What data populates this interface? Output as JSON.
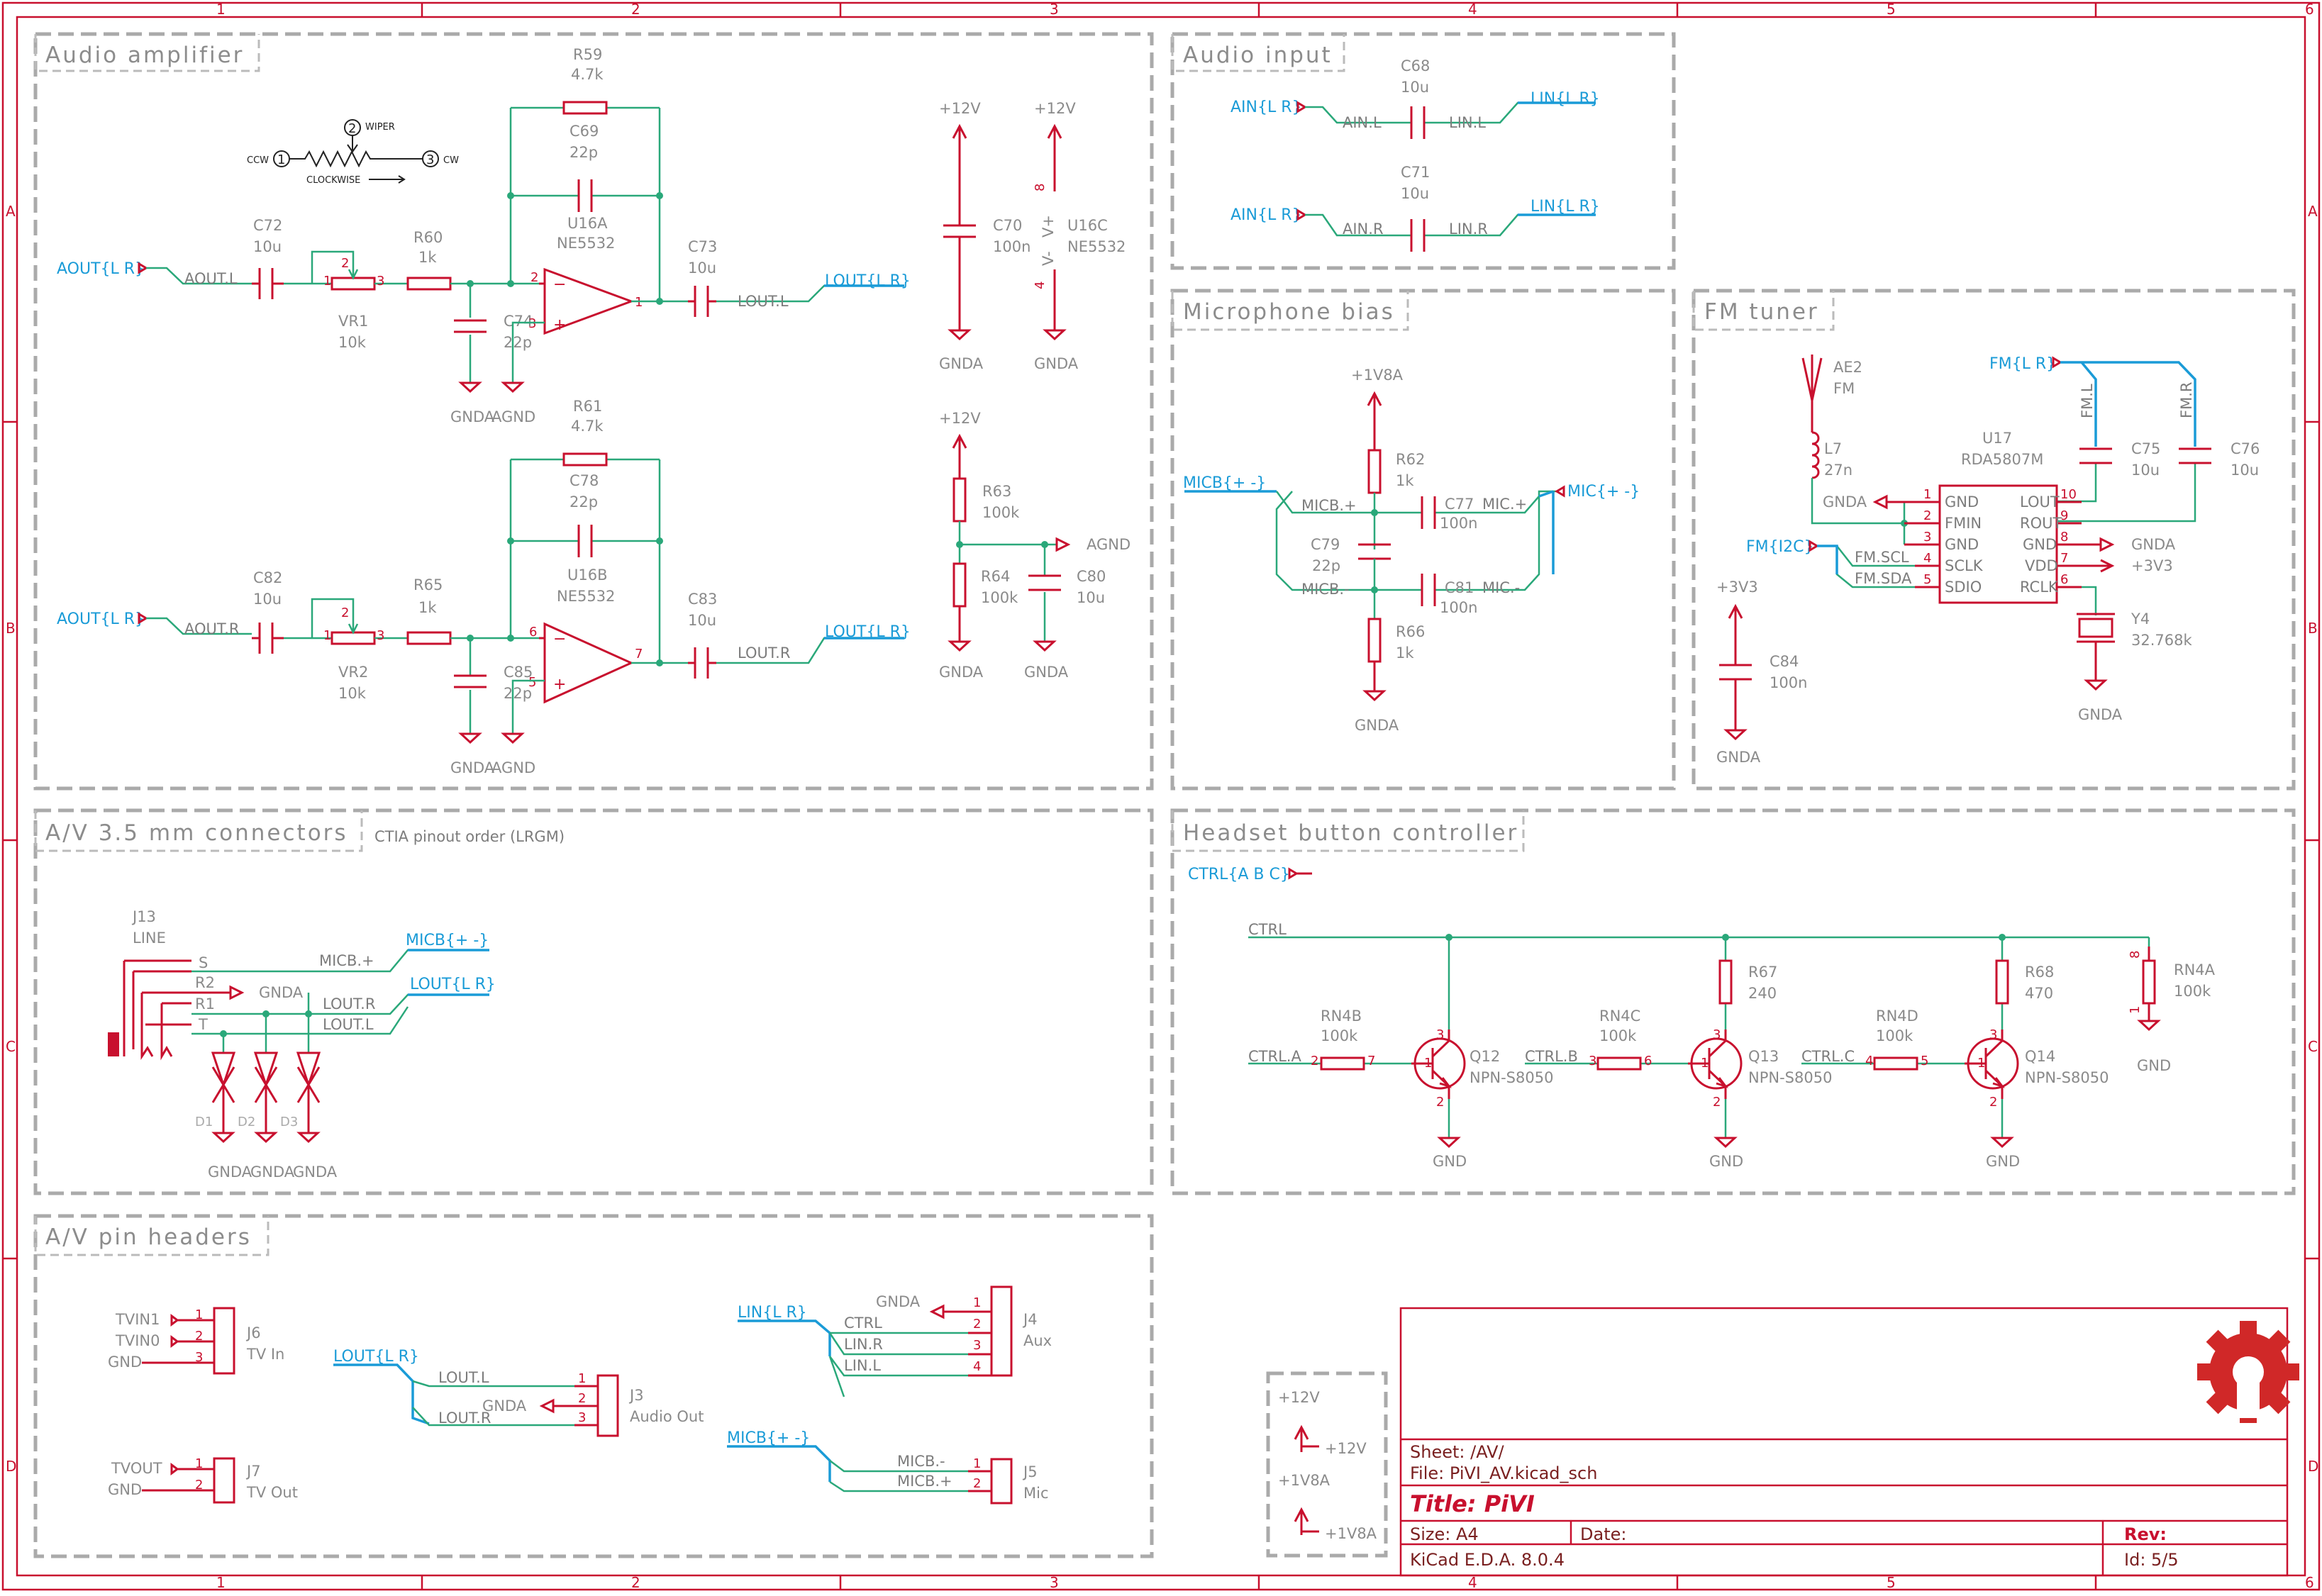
{
  "sections": {
    "audio_amplifier": "Audio amplifier",
    "audio_input": "Audio input",
    "microphone_bias": "Microphone bias",
    "fm_tuner": "FM tuner",
    "av_connectors": "A/V 3.5 mm connectors",
    "av_connectors_note": "CTIA pinout order (LRGM)",
    "headset_controller": "Headset button controller",
    "av_pin_headers": "A/V pin headers"
  },
  "border": {
    "columns": [
      "1",
      "2",
      "3",
      "4",
      "5",
      "6"
    ],
    "rows": [
      "A",
      "B",
      "C",
      "D"
    ]
  },
  "title_block": {
    "sheet": "Sheet: /AV/",
    "file": "File: PiVI_AV.kicad_sch",
    "title": "Title: PiVI",
    "size": "Size: A4",
    "date": "Date:",
    "rev": "Rev:",
    "tool": "KiCad E.D.A. 8.0.4",
    "id": "Id: 5/5"
  },
  "power_legend": {
    "v12": "+12V",
    "v12b": "+12V",
    "v18": "+1V8A",
    "v18b": "+1V8A"
  },
  "amp": {
    "pot_legend": {
      "ccw": "CCW",
      "cw": "CW",
      "wiper": "WIPER",
      "clockwise": "CLOCKWISE",
      "p1": "1",
      "p2": "2",
      "p3": "3"
    },
    "top": {
      "in_port": "AOUT{L R}",
      "in_net": "AOUT.L",
      "cin_ref": "C72",
      "cin_val": "10u",
      "pot_ref": "VR1",
      "pot_val": "10k",
      "pot_p1": "1",
      "pot_p2": "2",
      "pot_p3": "3",
      "r_ref": "R60",
      "r_val": "1k",
      "cf_ref": "C69",
      "cf_val": "22p",
      "rf_ref": "R59",
      "rf_val": "4.7k",
      "op_ref": "U16A",
      "op_val": "NE5532",
      "op_pin_in": "2",
      "op_pin_out": "1",
      "op_pin_plus": "3",
      "cg_ref": "C74",
      "cg_val": "22p",
      "gnd1": "GNDA",
      "gnd2": "AGND",
      "cout_ref": "C73",
      "cout_val": "10u",
      "out_net": "LOUT.L",
      "out_port": "LOUT{L R}"
    },
    "bot": {
      "in_port": "AOUT{L R}",
      "in_net": "AOUT.R",
      "cin_ref": "C82",
      "cin_val": "10u",
      "pot_ref": "VR2",
      "pot_val": "10k",
      "pot_p1": "1",
      "pot_p2": "2",
      "pot_p3": "3",
      "r_ref": "R65",
      "r_val": "1k",
      "cf_ref": "C78",
      "cf_val": "22p",
      "rf_ref": "R61",
      "rf_val": "4.7k",
      "op_ref": "U16B",
      "op_val": "NE5532",
      "op_pin_in": "6",
      "op_pin_out": "7",
      "op_pin_plus": "5",
      "cg_ref": "C85",
      "cg_val": "22p",
      "gnd1": "GNDA",
      "gnd2": "AGND",
      "cout_ref": "C83",
      "cout_val": "10u",
      "out_net": "LOUT.R",
      "out_port": "LOUT{L R}"
    },
    "supply": {
      "c70_rail": "+12V",
      "c70_ref": "C70",
      "c70_val": "100n",
      "c70_gnd": "GNDA",
      "u16c_rail": "+12V",
      "u16c_ref": "U16C",
      "u16c_val": "NE5532",
      "u16c_vp": "V+",
      "u16c_vm": "V-",
      "u16c_p8": "8",
      "u16c_p4": "4",
      "u16c_gnd": "GNDA",
      "div_rail": "+12V",
      "r63_ref": "R63",
      "r63_val": "100k",
      "r64_ref": "R64",
      "r64_val": "100k",
      "r64_gnd": "GNDA",
      "c80_ref": "C80",
      "c80_val": "10u",
      "c80_gnd": "GNDA",
      "agnd": "AGND"
    }
  },
  "audio_input": {
    "l_port": "AIN{L R}",
    "l_in": "AIN.L",
    "c68_ref": "C68",
    "c68_val": "10u",
    "l_out": "LIN.L",
    "l_port_out": "LIN{L R}",
    "r_port": "AIN{L R}",
    "r_in": "AIN.R",
    "c71_ref": "C71",
    "c71_val": "10u",
    "r_out": "LIN.R",
    "r_port_out": "LIN{L R}"
  },
  "mic_bias": {
    "rail": "+1V8A",
    "r62_ref": "R62",
    "r62_val": "1k",
    "in_port": "MICB{+ -}",
    "net_p": "MICB.+",
    "net_m": "MICB.-",
    "c79_ref": "C79",
    "c79_val": "22p",
    "c77_ref": "C77",
    "c77_val": "100n",
    "c81_ref": "C81",
    "c81_val": "100n",
    "mic_p": "MIC.+",
    "mic_m": "MIC.-",
    "out_port": "MIC{+ -}",
    "r66_ref": "R66",
    "r66_val": "1k",
    "gnd": "GNDA"
  },
  "fm": {
    "ant_ref": "AE2",
    "ant_val": "FM",
    "l7_ref": "L7",
    "l7_val": "27n",
    "l_gnd": "GNDA",
    "port": "FM{L R}",
    "net_l": "FM.L",
    "net_r": "FM.R",
    "c75_ref": "C75",
    "c75_val": "10u",
    "c76_ref": "C76",
    "c76_val": "10u",
    "u17_ref": "U17",
    "u17_val": "RDA5807M",
    "pins_left": [
      {
        "n": "1",
        "name": "GND"
      },
      {
        "n": "2",
        "name": "FMIN"
      },
      {
        "n": "3",
        "name": "GND"
      },
      {
        "n": "4",
        "name": "SCLK"
      },
      {
        "n": "5",
        "name": "SDIO"
      }
    ],
    "pins_right": [
      {
        "n": "10",
        "name": "LOUT"
      },
      {
        "n": "9",
        "name": "ROUT"
      },
      {
        "n": "8",
        "name": "GND"
      },
      {
        "n": "7",
        "name": "VDD"
      },
      {
        "n": "6",
        "name": "RCLK"
      }
    ],
    "i2c_port": "FM{I2C}",
    "scl": "FM.SCL",
    "sda": "FM.SDA",
    "gnd_r": "GNDA",
    "vdd_r": "+3V3",
    "y4_ref": "Y4",
    "y4_val": "32.768k",
    "y4_gnd": "GNDA",
    "c84_rail": "+3V3",
    "c84_ref": "C84",
    "c84_val": "100n",
    "c84_gnd": "GNDA"
  },
  "connectors": {
    "j13_ref": "J13",
    "j13_val": "LINE",
    "pins": [
      "S",
      "R2",
      "R1",
      "T"
    ],
    "gnda": "GNDA",
    "micb_p": "MICB.+",
    "lout_r": "LOUT.R",
    "lout_l": "LOUT.L",
    "micb_port": "MICB{+ -}",
    "lout_port": "LOUT{L R}",
    "tvs": [
      "D1",
      "D2",
      "D3"
    ],
    "tvs_gnd": [
      "GNDA",
      "GNDA",
      "GNDA"
    ]
  },
  "headset": {
    "ctrl_port": "CTRL{A B C}",
    "ctrl": "CTRL",
    "rn4a_ref": "RN4A",
    "rn4a_val": "100k",
    "rn4a_gnd": "GND",
    "rn4a_p8": "8",
    "rn4a_p1": "1",
    "rn4b_ref": "RN4B",
    "rn4b_val": "100k",
    "ctrl_a": "CTRL.A",
    "rn4b_p2": "2",
    "rn4b_p7": "7",
    "rn4c_ref": "RN4C",
    "rn4c_val": "100k",
    "ctrl_b": "CTRL.B",
    "rn4c_p3": "3",
    "rn4c_p6": "6",
    "rn4d_ref": "RN4D",
    "rn4d_val": "100k",
    "ctrl_c": "CTRL.C",
    "rn4d_p4": "4",
    "rn4d_p5": "5",
    "r67_ref": "R67",
    "r67_val": "240",
    "r68_ref": "R68",
    "r68_val": "470",
    "q12_ref": "Q12",
    "q13_ref": "Q13",
    "q14_ref": "Q14",
    "q_val": "NPN-S8050",
    "gnd": "GND",
    "qp1": "1",
    "qp2": "2",
    "qp3": "3"
  },
  "headers": {
    "j6_ref": "J6",
    "j6_val": "TV In",
    "j6_n": [
      "TVIN1",
      "TVIN0",
      "GND"
    ],
    "j7_ref": "J7",
    "j7_val": "TV Out",
    "j7_n": [
      "TVOUT",
      "GND"
    ],
    "j3_port": "LOUT{L R}",
    "j3_ref": "J3",
    "j3_val": "Audio Out",
    "j3_n": [
      "LOUT.L",
      "GNDA",
      "LOUT.R"
    ],
    "j4_port": "LIN{L R}",
    "j4_ref": "J4",
    "j4_val": "Aux",
    "j4_n": [
      "GNDA",
      "CTRL",
      "LIN.R",
      "LIN.L"
    ],
    "j5_port": "MICB{+ -}",
    "j5_ref": "J5",
    "j5_val": "Mic",
    "j5_n": [
      "MICB.-",
      "MICB.+"
    ],
    "pin_nums": [
      "1",
      "2",
      "3",
      "4"
    ]
  }
}
